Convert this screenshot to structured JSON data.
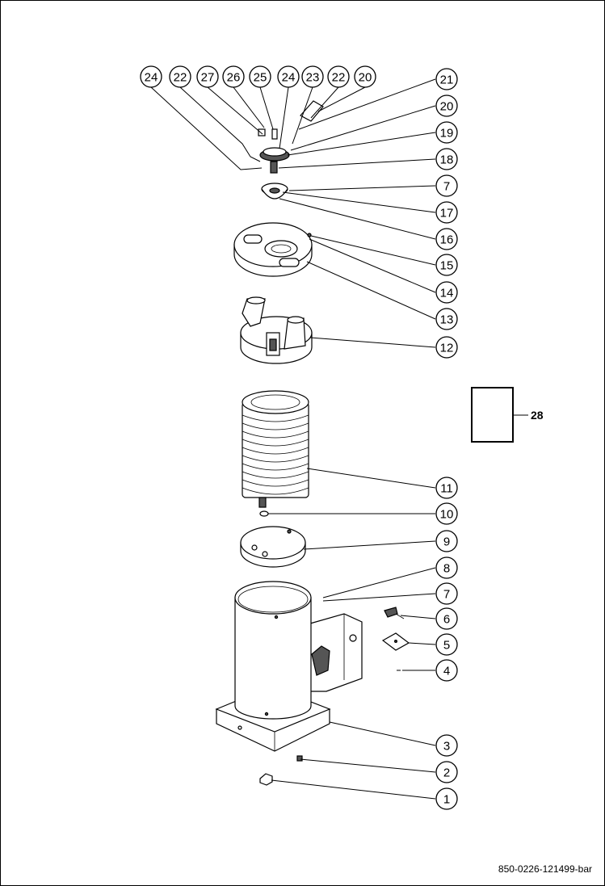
{
  "callouts": {
    "top_row": [
      "24",
      "22",
      "27",
      "26",
      "25",
      "24",
      "23",
      "22",
      "20"
    ],
    "right_column": [
      "21",
      "20",
      "19",
      "18",
      "7",
      "17",
      "16",
      "15",
      "14",
      "13",
      "12",
      "11",
      "10",
      "9",
      "8",
      "7",
      "6",
      "5",
      "4",
      "3",
      "2",
      "1"
    ]
  },
  "reference_box_label": "28",
  "document_number": "850-0226-121499-bar"
}
